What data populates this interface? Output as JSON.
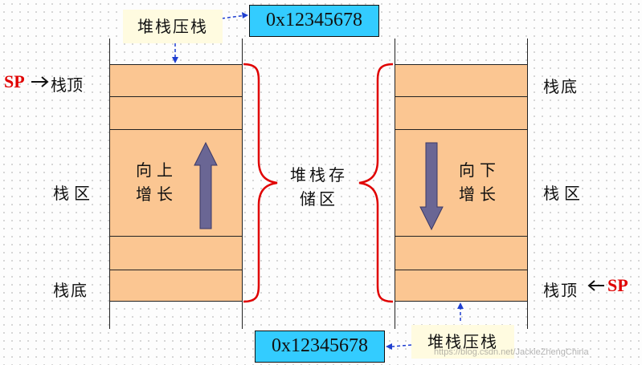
{
  "left_stack": {
    "top_marker": "SP",
    "top_label": "栈顶",
    "middle_label": "栈区",
    "bottom_label": "栈底",
    "direction_line1": "向上",
    "direction_line2": "增长",
    "push_note": "堆栈压栈",
    "address": "0x12345678"
  },
  "right_stack": {
    "top_label": "栈底",
    "middle_label": "栈区",
    "bottom_label": "栈顶",
    "bottom_marker": "SP",
    "direction_line1": "向下",
    "direction_line2": "增长",
    "push_note": "堆栈压栈",
    "address": "0x12345678"
  },
  "center": {
    "line1": "堆栈存",
    "line2": "储区"
  },
  "colors": {
    "cell_fill": "#fbc692",
    "address_box": "#33ccff",
    "note_box": "#fffbe0",
    "arrow_fill": "#6a6694",
    "brace": "#e00000",
    "dashed_arrow": "#1f3fd0",
    "sp_text": "#e00000"
  },
  "watermark": "https://blog.csdn.net/JackieZhengChina"
}
